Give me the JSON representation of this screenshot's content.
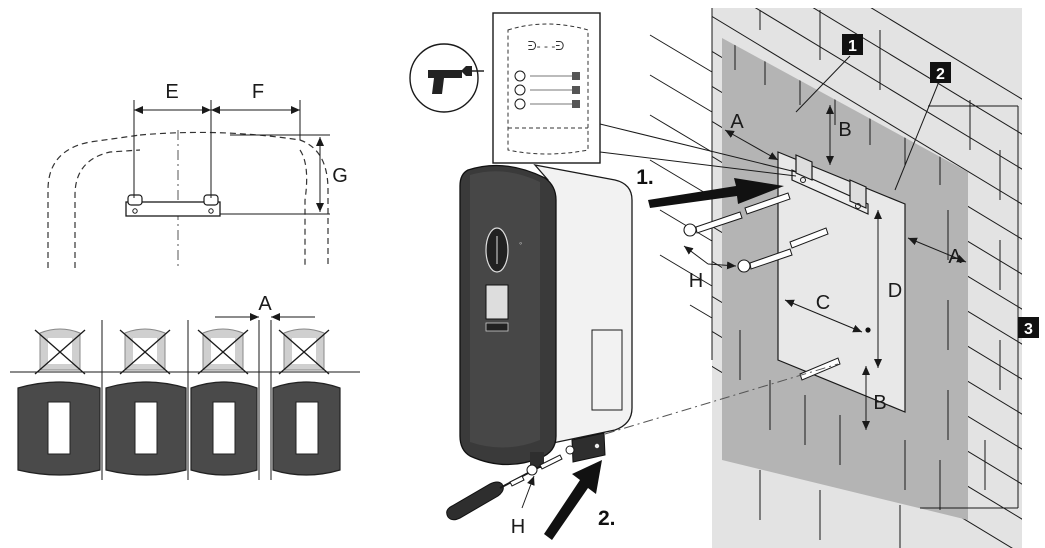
{
  "labels": {
    "E": "E",
    "F": "F",
    "G": "G",
    "A": "A",
    "B": "B",
    "C": "C",
    "D": "D",
    "H": "H"
  },
  "steps": {
    "step1": "1.",
    "step2": "2."
  },
  "badges": {
    "b1": "1",
    "b2": "2",
    "b3": "3"
  },
  "colors": {
    "wall_light": "#e3e3e3",
    "wall_zone": "#b4b4b4",
    "inverter_dark": "#3a3a3a",
    "badge": "#111111"
  },
  "icons": {
    "drill": "drill-icon",
    "screwdriver": "screwdriver-icon"
  }
}
